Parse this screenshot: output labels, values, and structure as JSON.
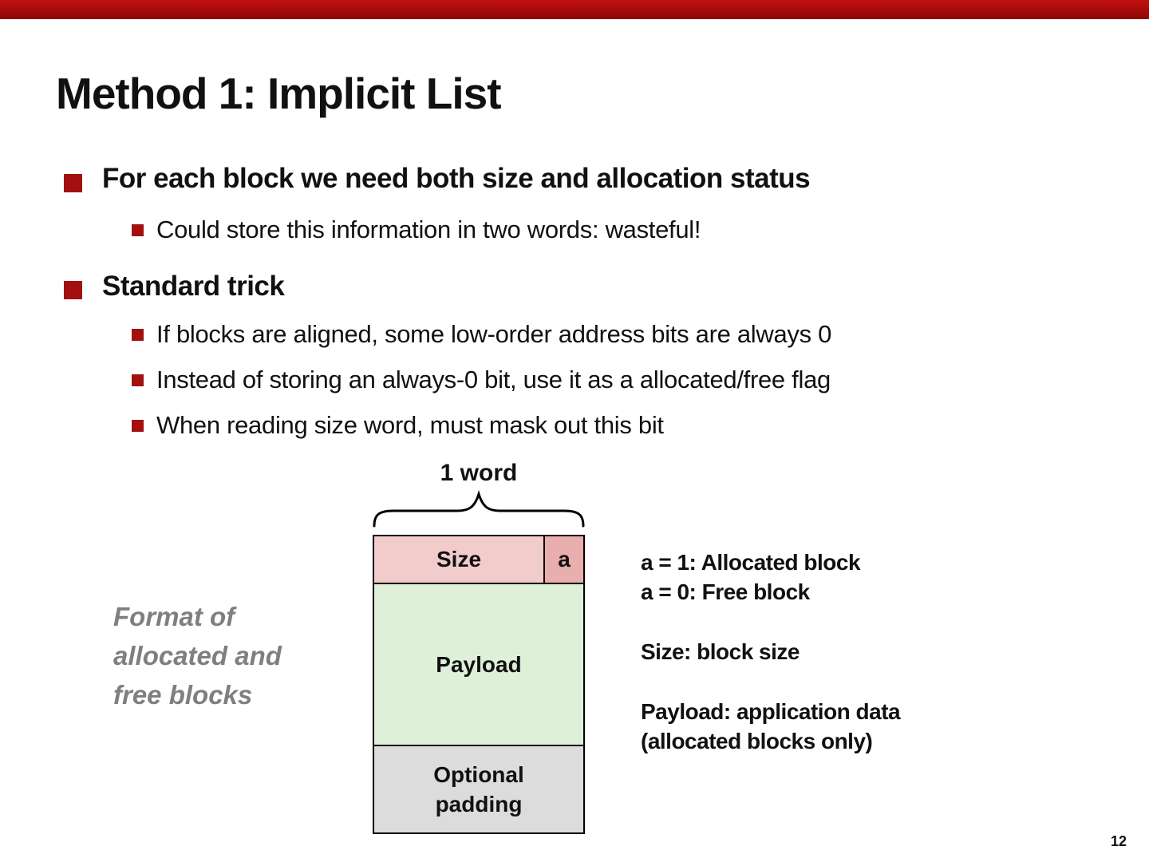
{
  "slide": {
    "title": "Method 1: Implicit List",
    "page_number": "12"
  },
  "bullets": [
    {
      "level": 1,
      "text": "For each block we need both size and allocation status"
    },
    {
      "level": 2,
      "text": "Could store this information in two words: wasteful!"
    },
    {
      "level": 1,
      "text": "Standard trick"
    },
    {
      "level": 2,
      "text": "If blocks are aligned, some low-order address bits are always 0"
    },
    {
      "level": 2,
      "text": "Instead of storing an always-0 bit, use it as a allocated/free flag"
    },
    {
      "level": 2,
      "text": "When reading size word, must mask out this bit"
    }
  ],
  "diagram": {
    "word_label": "1 word",
    "block": {
      "size_label": "Size",
      "a_label": "a",
      "payload_label": "Payload",
      "padding_line1": "Optional",
      "padding_line2": "padding"
    },
    "format_caption": {
      "line1": "Format of",
      "line2": "allocated and",
      "line3": "free blocks"
    },
    "legend": {
      "a1": "a = 1: Allocated block",
      "a0": "a = 0: Free block",
      "size": "Size: block size",
      "payload1": "Payload: application data",
      "payload2": "(allocated blocks only)"
    }
  },
  "colors": {
    "top-bar-a": "#C01010",
    "top-bar-b": "#8E0606",
    "bullet-red": "#A31010",
    "size-pink": "#F2CBCB",
    "a-pink": "#E9AEAE",
    "payload-green": "#DFF0D8",
    "padding-gray": "#DCDCDC",
    "label-gray": "#7F7F7F",
    "ink": "#111111"
  }
}
